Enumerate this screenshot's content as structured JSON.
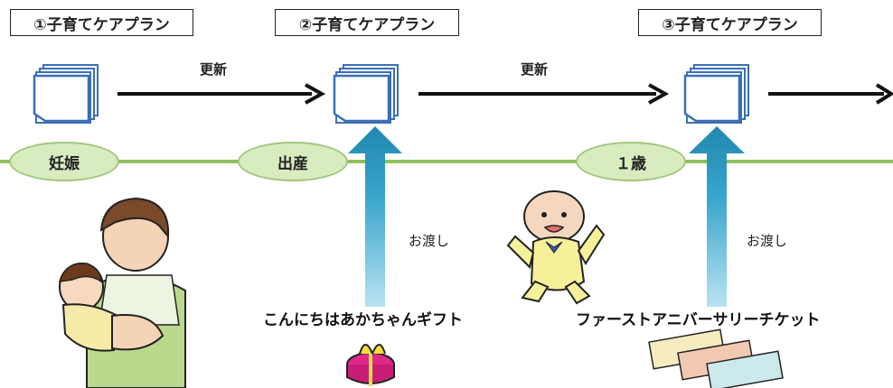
{
  "plans": [
    {
      "label": "①子育てケアプラン"
    },
    {
      "label": "②子育てケアプラン"
    },
    {
      "label": "③子育てケアプラン"
    }
  ],
  "arrows": [
    {
      "label": "更新"
    },
    {
      "label": "更新"
    }
  ],
  "milestones": [
    {
      "label": "妊娠"
    },
    {
      "label": "出産"
    },
    {
      "label": "１歳"
    }
  ],
  "handovers": [
    {
      "label": "お渡し",
      "gift": "こんにちはあかちゃんギフト"
    },
    {
      "label": "お渡し",
      "gift": "ファーストアニバーサリーチケット"
    }
  ],
  "colors": {
    "timeline": "#8fbf5f",
    "ellipse_fill": "#d8ecc0",
    "up_arrow": "#2c97bf",
    "doc": "#3b6fb5"
  }
}
